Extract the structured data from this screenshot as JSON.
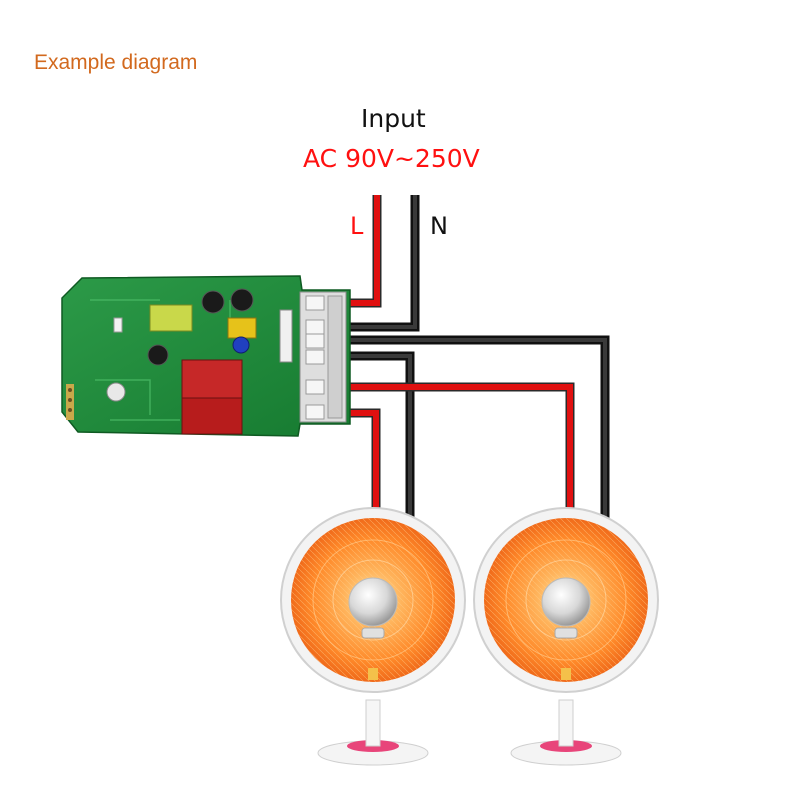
{
  "diagram": {
    "title": "Example diagram",
    "input_label": "Input",
    "voltage_label": "AC 90V~250V",
    "live_label": "L",
    "neutral_label": "N"
  },
  "colors": {
    "title": "#d2691e",
    "live_wire": "#e01010",
    "neutral_wire": "#1a1a1a",
    "pcb": "#1f8a3a",
    "heater_glow": "#ff9a3c"
  },
  "components": [
    {
      "name": "relay-switch-module"
    },
    {
      "name": "heater-1"
    },
    {
      "name": "heater-2"
    }
  ]
}
